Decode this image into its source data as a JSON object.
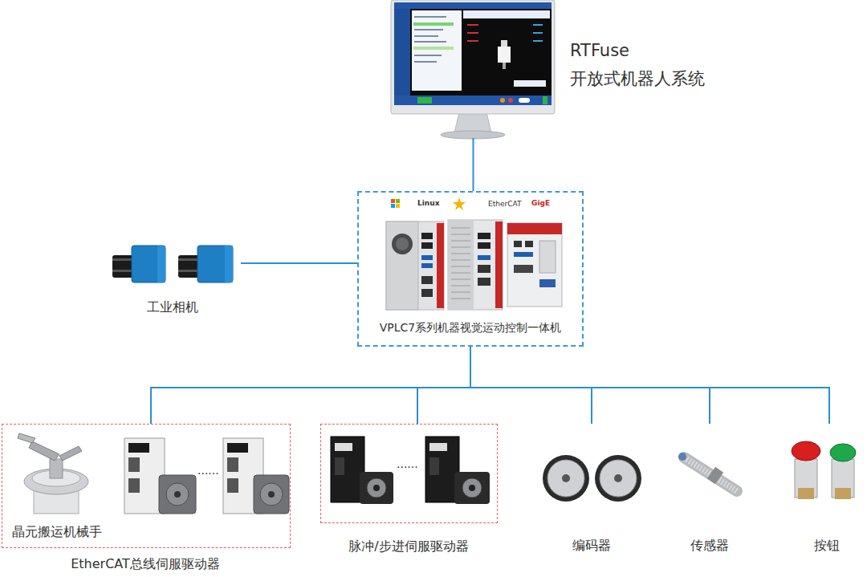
{
  "diagram": {
    "nodes": [
      {
        "text": [
          "RTFuse 开放式机器人系统"
        ]
      },
      {
        "text": [
          "工业相机"
        ]
      },
      {
        "text": [
          "VPLC7系列机器视觉运动控制一体机"
        ]
      },
      {
        "text": [
          "EtherCAT总线伺服驱动器"
        ]
      },
      {
        "text": [
          "晶元搬运机械手"
        ],
        "in": 3
      },
      {
        "text": [
          "脉冲/步进伺服驱动器"
        ]
      },
      {
        "text": [
          "编码器"
        ]
      },
      {
        "text": [
          "传感器"
        ]
      },
      {
        "text": [
          "按钮"
        ]
      }
    ],
    "edges": [
      {
        "from": 0,
        "to": 2,
        "arrow": "none"
      },
      {
        "from": 1,
        "to": 2,
        "arrow": "none"
      },
      {
        "from": 2,
        "to": 3,
        "arrow": "none"
      },
      {
        "from": 2,
        "to": 5,
        "arrow": "none"
      },
      {
        "from": 2,
        "to": 6,
        "arrow": "none"
      },
      {
        "from": 2,
        "to": 7,
        "arrow": "none"
      },
      {
        "from": 2,
        "to": 8,
        "arrow": "none"
      }
    ],
    "labels": [
      "Linux",
      "EtherCAT",
      "GigE",
      "......",
      "......"
    ]
  }
}
